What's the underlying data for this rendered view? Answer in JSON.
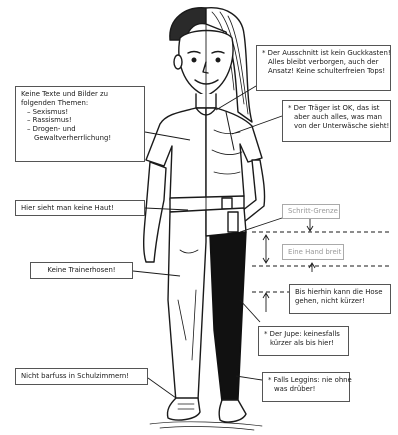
{
  "boxes": {
    "themes": {
      "intro": "Keine Texte und Bilder zu folgenden Themen:",
      "items": [
        "– Sexismus!",
        "– Rassismus!",
        "– Drogen- und",
        "Gewaltverherrlichung!"
      ]
    },
    "skin": "Hier sieht man keine Haut!",
    "trainer": "Keine Trainerhosen!",
    "barefoot": "Nicht barfuss in Schulzimmern!",
    "neckline": [
      "* Der Ausschnitt ist kein Guckkasten!",
      "Alles bleibt verborgen, auch der",
      "Ansatz! Keine schulterfreien Tops!"
    ],
    "strap": [
      "* Der Träger ist OK, das ist",
      "aber auch alles, was man",
      "von der Unterwäsche sieht!"
    ],
    "crotch": "Schritt-Grenze",
    "hand": "Eine Hand breit",
    "trousers": [
      "Bis hierhin kann die Hose",
      "gehen, nicht kürzer!"
    ],
    "skirt": [
      "* Der Jupe: keinesfalls",
      "kürzer als bis hier!"
    ],
    "leggings": [
      "* Falls Leggins: nie ohne",
      "was drüber!"
    ]
  },
  "colors": {
    "ink": "#1a1a1a",
    "muted": "#9a9a9a",
    "leggings": "#111111"
  }
}
